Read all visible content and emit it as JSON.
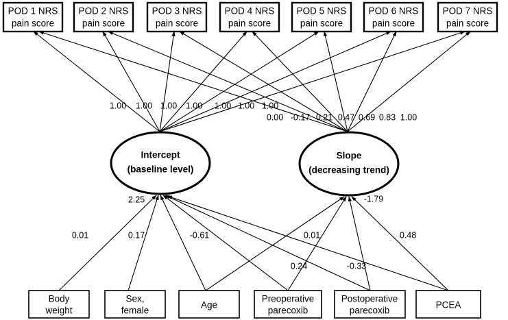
{
  "diagram": {
    "type": "latent-growth-curve-sem-path-diagram",
    "indicators": [
      {
        "id": "pod1",
        "line1": "POD 1 NRS",
        "line2": "pain score"
      },
      {
        "id": "pod2",
        "line1": "POD 2 NRS",
        "line2": "pain score"
      },
      {
        "id": "pod3",
        "line1": "POD 3 NRS",
        "line2": "pain score"
      },
      {
        "id": "pod4",
        "line1": "POD 4 NRS",
        "line2": "pain score"
      },
      {
        "id": "pod5",
        "line1": "POD 5 NRS",
        "line2": "pain score"
      },
      {
        "id": "pod6",
        "line1": "POD 6 NRS",
        "line2": "pain score"
      },
      {
        "id": "pod7",
        "line1": "POD 7 NRS",
        "line2": "pain score"
      }
    ],
    "latents": [
      {
        "id": "intercept",
        "line1": "Intercept",
        "line2": "(baseline level)",
        "mean": "2.25"
      },
      {
        "id": "slope",
        "line1": "Slope",
        "line2": "(decreasing trend)",
        "mean": "-1.79"
      }
    ],
    "predictors": [
      {
        "id": "body-weight",
        "line1": "Body",
        "line2": "weight"
      },
      {
        "id": "sex-female",
        "line1": "Sex,",
        "line2": "female"
      },
      {
        "id": "age",
        "line1": "Age",
        "line2": ""
      },
      {
        "id": "preoperative-parecoxib",
        "line1": "Preoperative",
        "line2": "parecoxib"
      },
      {
        "id": "postoperative-parecoxib",
        "line1": "Postoperative",
        "line2": "parecoxib"
      },
      {
        "id": "pcea",
        "line1": "PCEA",
        "line2": ""
      }
    ],
    "intercept_loadings": [
      "1.00",
      "1.00",
      "1.00",
      "1.00",
      "1.00",
      "1.00",
      "1.00"
    ],
    "slope_loadings": [
      "0.00",
      "-0.17",
      "0.21",
      "0.47",
      "0.69",
      "0.83",
      "1.00"
    ],
    "intercept_regressions": [
      {
        "from": "body-weight",
        "value": "0.01"
      },
      {
        "from": "sex-female",
        "value": "0.17"
      },
      {
        "from": "age",
        "value": "-0.61"
      },
      {
        "from": "preoperative-parecoxib",
        "value": "0.01"
      },
      {
        "from": "postoperative-parecoxib",
        "value": "0.24"
      }
    ],
    "slope_regressions": [
      {
        "from": "pcea",
        "value": "0.48"
      },
      {
        "from": "postoperative-parecoxib",
        "value": "-0.33"
      }
    ],
    "colors": {
      "stroke": "#000000",
      "fill": "#ffffff",
      "text": "#000000"
    }
  }
}
